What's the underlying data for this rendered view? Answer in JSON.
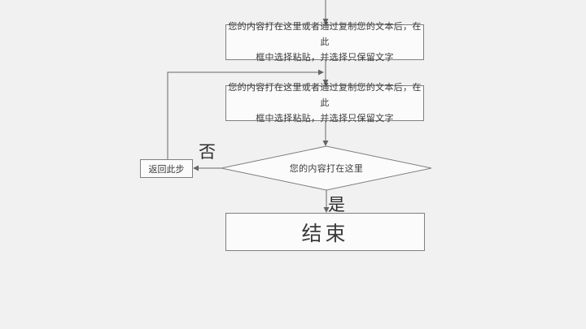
{
  "canvas": {
    "background": "#f1f1f1",
    "node_fill": "#fbfbfb",
    "border_color": "#7f7f7f",
    "line_color": "#666666",
    "text_color": "#3b3b3b"
  },
  "flowchart": {
    "process_box_1": {
      "line1": "您的内容打在这里或者通过复制您的文本后，在此",
      "line2": "框中选择粘贴，并选择只保留文字"
    },
    "process_box_2": {
      "line1": "您的内容打在这里或者通过复制您的文本后，在此",
      "line2": "框中选择粘贴，并选择只保留文字"
    },
    "decision": {
      "label": "您的内容打在这里"
    },
    "return_box": {
      "label": "返回此步"
    },
    "end_box": {
      "label": "结束"
    },
    "branch_no": {
      "label": "否"
    },
    "branch_yes": {
      "label": "是"
    }
  }
}
